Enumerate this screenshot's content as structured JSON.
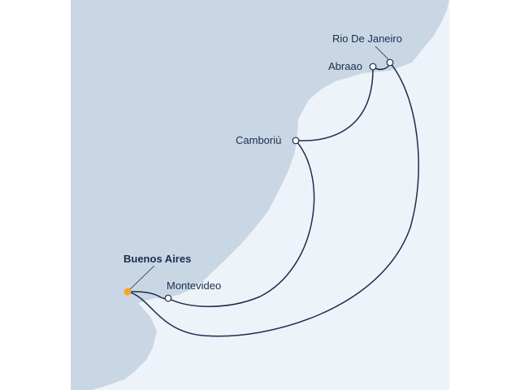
{
  "map": {
    "colors": {
      "land": "#c9d7e5",
      "sea": "#eef3fa",
      "route": "#1b2d4d",
      "start_port": "#f5a623",
      "port": "#ffffff",
      "text": "#1b2d4d"
    },
    "start_port": {
      "name": "Buenos Aires"
    },
    "ports": [
      {
        "name": "Rio De Janeiro"
      },
      {
        "name": "Abraao"
      },
      {
        "name": "Camboriú"
      },
      {
        "name": "Montevideo"
      }
    ]
  }
}
